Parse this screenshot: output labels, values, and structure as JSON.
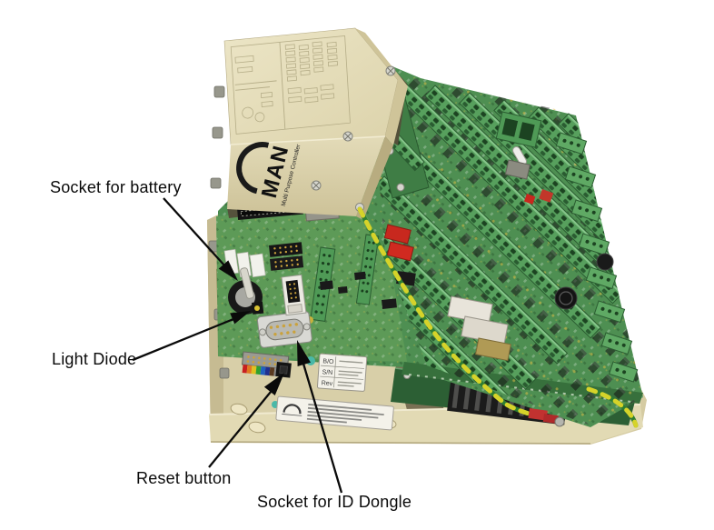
{
  "figure": {
    "device": {
      "brand": "MAN",
      "product": "Multi Purpose Controller"
    },
    "annotations": [
      {
        "id": "battery",
        "label": "Socket for battery"
      },
      {
        "id": "light-diode",
        "label": "Light Diode"
      },
      {
        "id": "reset",
        "label": "Reset button"
      },
      {
        "id": "id-dongle",
        "label": "Socket for ID Dongle"
      }
    ],
    "serial_sticker": {
      "rows": [
        "B/O",
        "S/N",
        "Rev"
      ]
    },
    "colors": {
      "background": "#ffffff",
      "chassis_beige": "#d5cba2",
      "cover_beige": "#e6dfbd",
      "pcb_green": "#4e8f52",
      "terminal_green": "#57a05d",
      "annotation_black": "#0a0a0a",
      "ground_wire_yellow": "#d6d32a",
      "ground_wire_green": "#2e7d32",
      "alert_red": "#c8281e"
    }
  }
}
